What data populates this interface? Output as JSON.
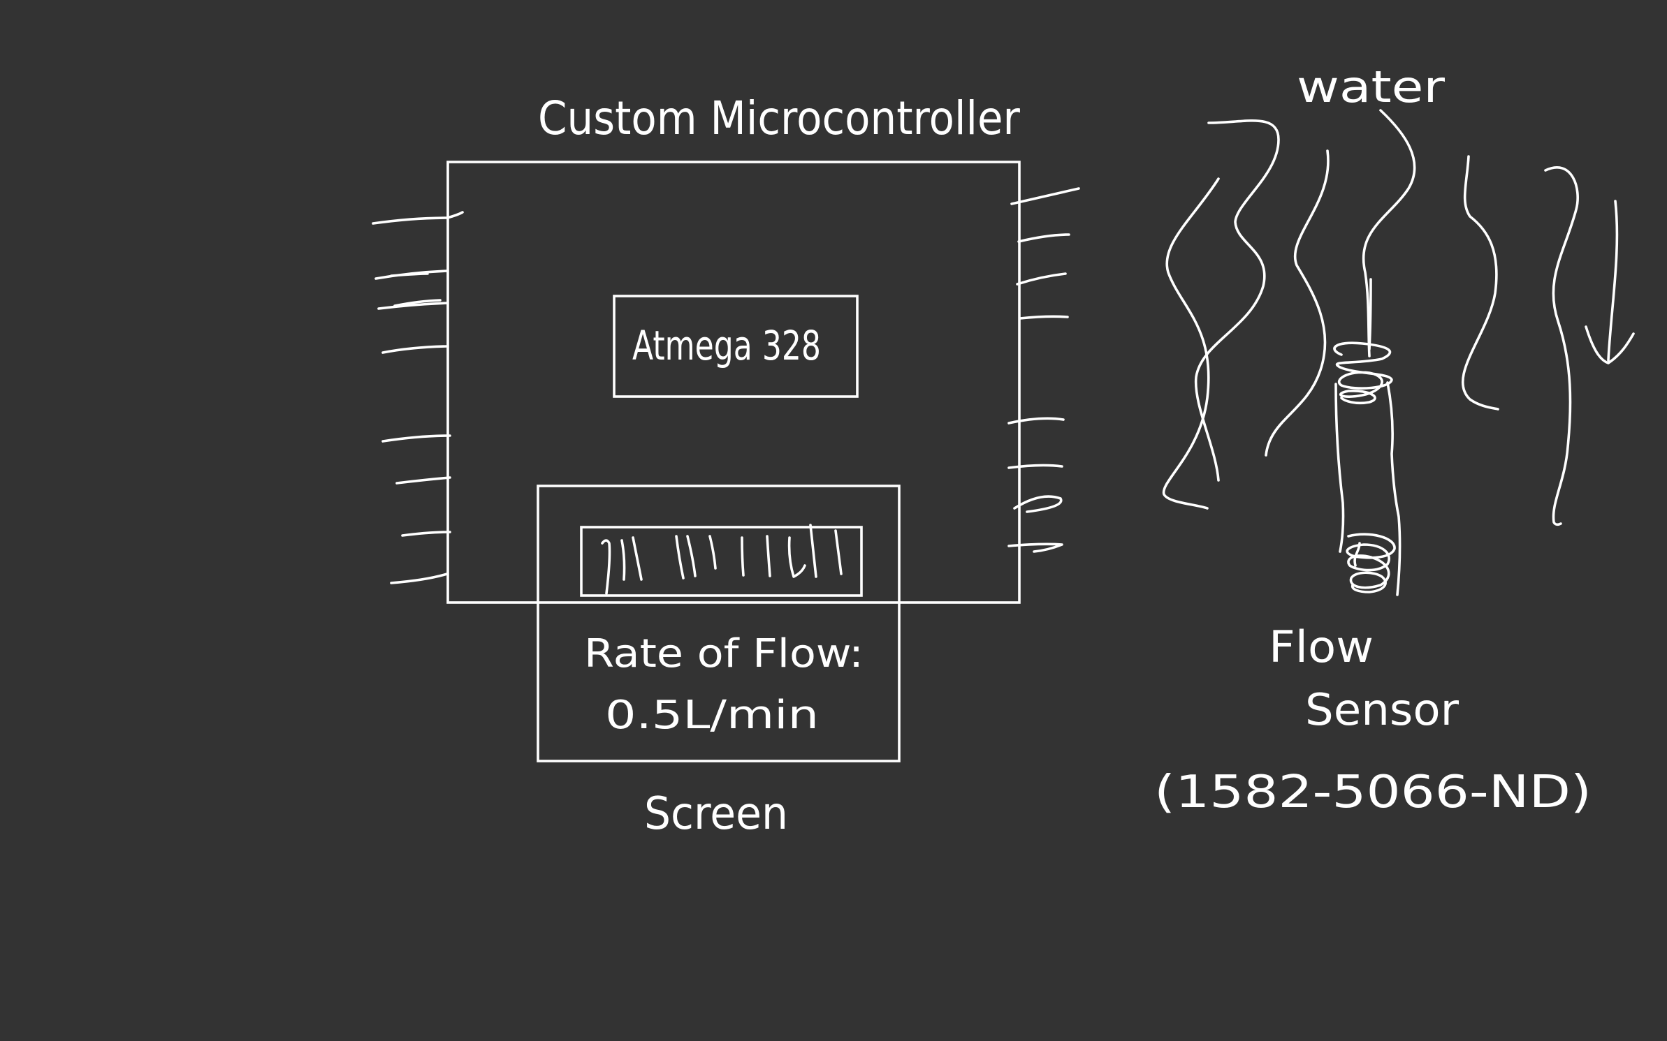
{
  "microcontroller": {
    "label": "Custom Microcontroller",
    "chip_label": "Atmega 328",
    "left_pin_count": 8,
    "right_pin_count": 8
  },
  "screen": {
    "label": "Screen",
    "display_line1": "Rate of Flow:",
    "display_line2": "0.5L/min"
  },
  "flow_sensor": {
    "label_line1": "Flow",
    "label_line2": "Sensor",
    "part_number": "(1582-5066-ND)"
  },
  "water": {
    "label": "water"
  },
  "colors": {
    "background": "#333333",
    "ink": "#ffffff"
  }
}
